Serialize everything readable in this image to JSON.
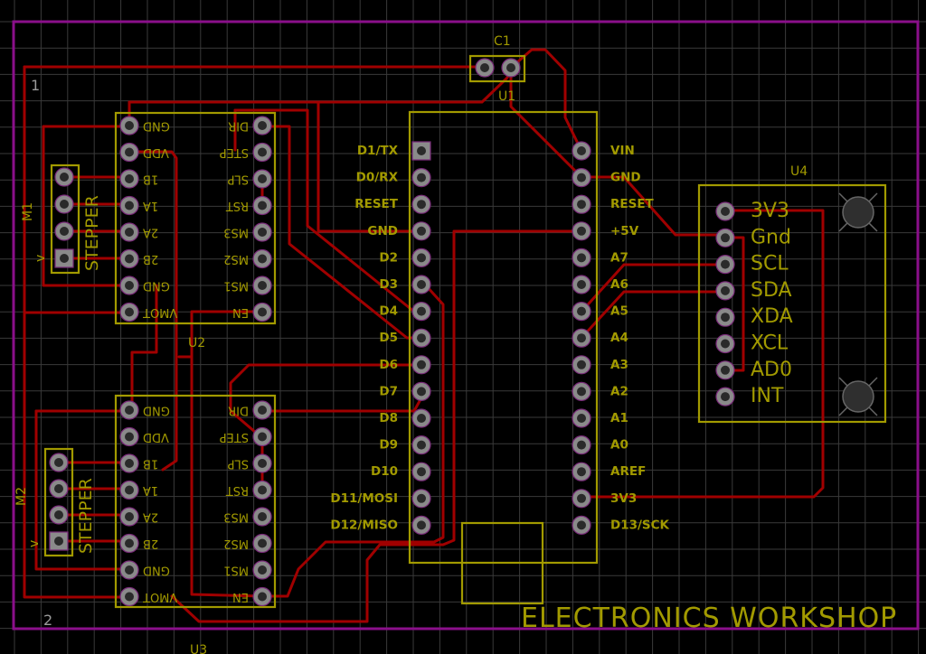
{
  "board": {
    "title": "ELECTRONICS WORKSHOP",
    "layer_markers": [
      "1",
      "2"
    ],
    "colors": {
      "background": "#000000",
      "grid": "#3a3a3a",
      "outline": "#8a0f8a",
      "trace": "#a00000",
      "silkscreen": "#a29a00",
      "pad": "#8a8a8a"
    }
  },
  "components": {
    "C1": {
      "ref": "C1"
    },
    "U1": {
      "ref": "U1",
      "left_pins": [
        "D1/TX",
        "D0/RX",
        "RESET",
        "GND",
        "D2",
        "D3",
        "D4",
        "D5",
        "D6",
        "D7",
        "D8",
        "D9",
        "D10",
        "D11/MOSI",
        "D12/MISO"
      ],
      "right_pins": [
        "VIN",
        "GND",
        "RESET",
        "+5V",
        "A7",
        "A6",
        "A5",
        "A4",
        "A3",
        "A2",
        "A1",
        "A0",
        "AREF",
        "3V3",
        "D13/SCK"
      ]
    },
    "U2": {
      "ref": "U2",
      "left_pins": [
        "GND",
        "VDD",
        "1B",
        "1A",
        "2A",
        "2B",
        "GND",
        "VMOT"
      ],
      "right_pins": [
        "DIR",
        "STEP",
        "SLP",
        "RST",
        "MS3",
        "MS2",
        "MS1",
        "EN"
      ]
    },
    "U3": {
      "ref": "U3",
      "left_pins": [
        "GND",
        "VDD",
        "1B",
        "1A",
        "2A",
        "2B",
        "GND",
        "VMOT"
      ],
      "right_pins": [
        "DIR",
        "STEP",
        "SLP",
        "RST",
        "MS3",
        "MS2",
        "MS1",
        "EN"
      ]
    },
    "U4": {
      "ref": "U4",
      "pins": [
        "3V3",
        "Gnd",
        "SCL",
        "SDA",
        "XDA",
        "XCL",
        "AD0",
        "INT"
      ]
    },
    "M1": {
      "ref": "M1",
      "label": "STEPPER",
      "marker": "v"
    },
    "M2": {
      "ref": "M2",
      "label": "STEPPER",
      "marker": "v"
    }
  }
}
